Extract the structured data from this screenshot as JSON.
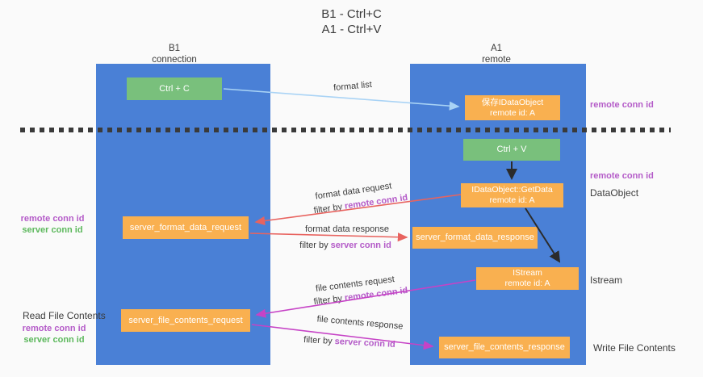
{
  "title": {
    "line1": "B1 - Ctrl+C",
    "line2": "A1 - Ctrl+V"
  },
  "columns": {
    "left": {
      "name": "B1",
      "subtitle": "connection"
    },
    "right": {
      "name": "A1",
      "subtitle": "remote"
    }
  },
  "nodes": {
    "ctrl_c": "Ctrl + C",
    "ctrl_v": "Ctrl + V",
    "save_dataobject": {
      "line1": "保存IDataObject",
      "line2": "remote id: A"
    },
    "getdata": {
      "line1": "IDataObject::GetData",
      "line2": "remote id: A"
    },
    "istream": {
      "line1": "IStream",
      "line2": "remote id: A"
    },
    "format_request": "server_format_data_request",
    "format_response": "server_format_data_response",
    "file_request": "server_file_contents_request",
    "file_response": "server_file_contents_response"
  },
  "labels": {
    "remote_conn_id": "remote conn id",
    "server_conn_id": "server conn id",
    "dataobject": "DataObject",
    "istream": "Istream",
    "read_file_contents": "Read File Contents",
    "write_file_contents": "Write File Contents"
  },
  "edge_labels": {
    "format_list": "format list",
    "format_data_request": "format data request",
    "format_data_response": "format data response",
    "file_contents_request": "file contents request",
    "file_contents_response": "file contents response",
    "filter_by": "filter by "
  },
  "colors": {
    "column_blue": "#4a80d6",
    "box_green": "#79c07c",
    "box_orange": "#f9b050",
    "purple_label": "#b45bc8",
    "green_label": "#5cb85c",
    "arrow_red": "#e8635f",
    "arrow_magenta": "#c643c6",
    "arrow_blue": "#a9d3f5",
    "arrow_black": "#2b2b2b",
    "text_dark": "#3b3b3b",
    "background": "#fafafa",
    "dash_line": "#3a3a3a"
  }
}
